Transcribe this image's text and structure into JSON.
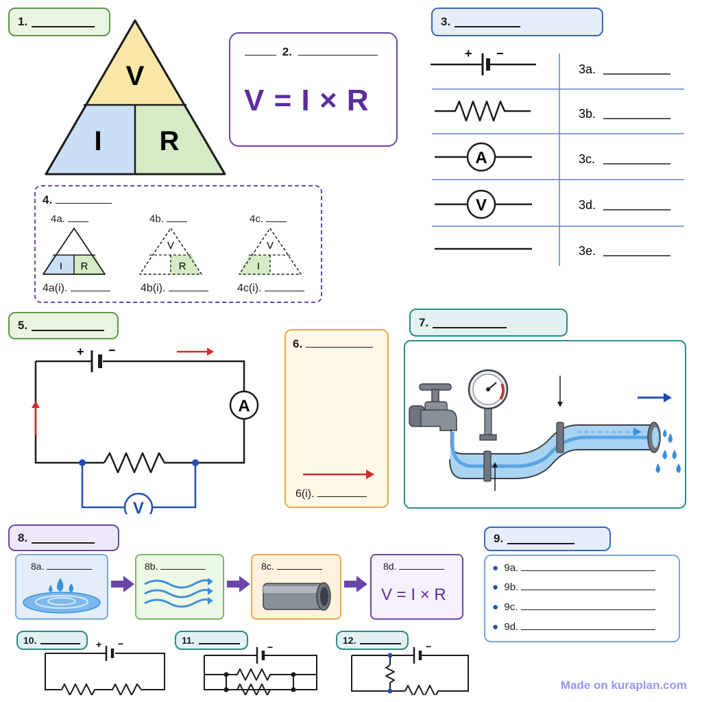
{
  "q1": {
    "label": "1.",
    "top": "V",
    "left": "I",
    "right": "R"
  },
  "q2": {
    "label": "2.",
    "formula": "V = I × R"
  },
  "q3": {
    "label": "3.",
    "rows": [
      {
        "symbol": "battery",
        "label": "3a."
      },
      {
        "symbol": "resistor",
        "label": "3b."
      },
      {
        "symbol": "ammeter",
        "label": "3c.",
        "letter": "A"
      },
      {
        "symbol": "voltmeter",
        "label": "3d.",
        "letter": "V"
      },
      {
        "symbol": "wire",
        "label": "3e."
      }
    ],
    "plus": "+",
    "minus": "−"
  },
  "q4": {
    "label": "4.",
    "items": [
      {
        "label": "4a.",
        "sub": "4a(i).",
        "top": "",
        "left": "I",
        "right": "R"
      },
      {
        "label": "4b.",
        "sub": "4b(i).",
        "top": "V",
        "left": "",
        "right": "R"
      },
      {
        "label": "4c.",
        "sub": "4c(i).",
        "top": "V",
        "left": "I",
        "right": ""
      }
    ]
  },
  "q5": {
    "label": "5.",
    "plus": "+",
    "minus": "−",
    "ammeter": "A",
    "voltmeter": "V"
  },
  "q6": {
    "label": "6.",
    "sub": "6(i)."
  },
  "q7": {
    "label": "7."
  },
  "q8": {
    "label": "8.",
    "steps": [
      {
        "label": "8a."
      },
      {
        "label": "8b."
      },
      {
        "label": "8c."
      },
      {
        "label": "8d.",
        "formula": "V = I × R"
      }
    ]
  },
  "q9": {
    "label": "9.",
    "items": [
      "9a.",
      "9b.",
      "9c.",
      "9d."
    ]
  },
  "q10": {
    "label": "10.",
    "plus": "+",
    "minus": "−"
  },
  "q11": {
    "label": "11.",
    "minus": "−"
  },
  "q12": {
    "label": "12.",
    "minus": "−"
  },
  "footer": {
    "watermark": "Made on kuraplan.com"
  },
  "colors": {
    "purple": "#5b2d9e",
    "red": "#d42a2a",
    "blue": "#1e4fb0",
    "triYellow": "#fbe7a8",
    "triBlue": "#c9dff6",
    "triGreen": "#d6ebc5"
  }
}
